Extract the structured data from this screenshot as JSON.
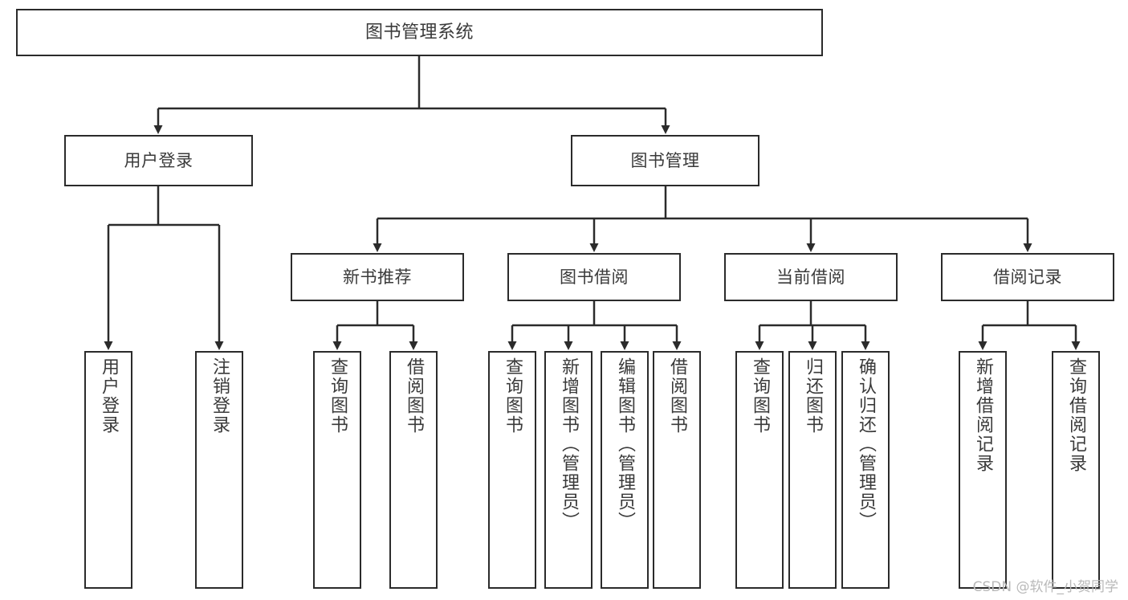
{
  "diagram": {
    "title": "图书管理系统",
    "watermark": "CSDN @软件_小贺同学",
    "type": "tree-hierarchy-diagram",
    "nodes": {
      "root": {
        "label": "图书管理系统"
      },
      "level1": [
        {
          "id": "user-login",
          "label": "用户登录"
        },
        {
          "id": "book-management",
          "label": "图书管理"
        }
      ],
      "level2": [
        {
          "id": "new-book-recommend",
          "label": "新书推荐",
          "parent": "book-management"
        },
        {
          "id": "book-borrow",
          "label": "图书借阅",
          "parent": "book-management"
        },
        {
          "id": "current-borrow",
          "label": "当前借阅",
          "parent": "book-management"
        },
        {
          "id": "borrow-record",
          "label": "借阅记录",
          "parent": "book-management"
        }
      ],
      "leaves": {
        "user-login": [
          {
            "id": "leaf-user-login",
            "label": "用户登录"
          },
          {
            "id": "leaf-user-logout",
            "label": "注销登录"
          }
        ],
        "new-book-recommend": [
          {
            "id": "leaf-query-book-1",
            "label": "查询图书"
          },
          {
            "id": "leaf-borrow-book-1",
            "label": "借阅图书"
          }
        ],
        "book-borrow": [
          {
            "id": "leaf-query-book-2",
            "label": "查询图书"
          },
          {
            "id": "leaf-add-book",
            "label": "新增图书（管理员）"
          },
          {
            "id": "leaf-edit-book",
            "label": "编辑图书（管理员）"
          },
          {
            "id": "leaf-borrow-book-2",
            "label": "借阅图书"
          }
        ],
        "current-borrow": [
          {
            "id": "leaf-query-book-3",
            "label": "查询图书"
          },
          {
            "id": "leaf-return-book",
            "label": "归还图书"
          },
          {
            "id": "leaf-confirm-return",
            "label": "确认归还（管理员）"
          }
        ],
        "borrow-record": [
          {
            "id": "leaf-add-record",
            "label": "新增借阅记录"
          },
          {
            "id": "leaf-query-record",
            "label": "查询借阅记录"
          }
        ]
      }
    },
    "colors": {
      "stroke": "#2b2b2b",
      "text": "#3a3a3a",
      "background": "#ffffff",
      "watermark": "#b9b9b9"
    }
  }
}
